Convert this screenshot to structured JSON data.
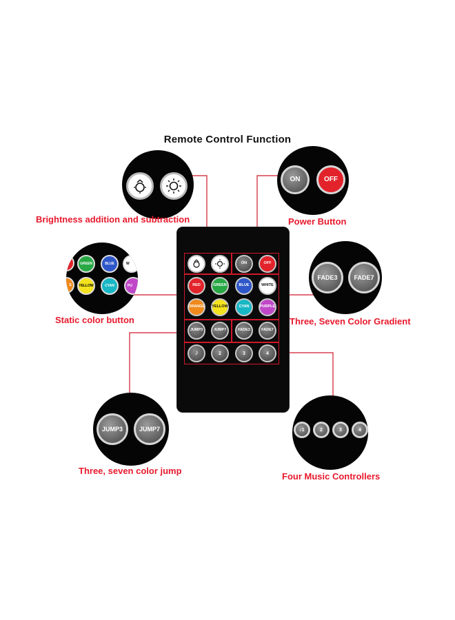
{
  "title": "Remote Control Function",
  "captions": {
    "brightness": "Brightness addition and subtraction",
    "power": "Power Button",
    "static": "Static color button",
    "gradient": "Three, Seven Color Gradient",
    "jump": "Three, seven color jump",
    "music": "Four Music Controllers"
  },
  "remote": {
    "row1": [
      "",
      "",
      "ON",
      "OFF"
    ],
    "row2": [
      "RED",
      "GREEN",
      "BLUE",
      "WHITE"
    ],
    "row3": [
      "ORANGE",
      "YELLOW",
      "CYAN",
      "PURPLE"
    ],
    "row4": [
      "JUMP3",
      "JUMP7",
      "FADE3",
      "FADE7"
    ],
    "row5": [
      "♪",
      "2",
      "3",
      "4"
    ]
  },
  "zoom": {
    "power": [
      "ON",
      "OFF"
    ],
    "static_top": [
      "GREEN",
      "BLUE"
    ],
    "static_bottom": [
      "YELLOW",
      "CYAN"
    ],
    "static_top_partial": [
      "W",
      "D"
    ],
    "static_bottom_partial": [
      "E",
      "PU"
    ],
    "fade": [
      "FADE3",
      "FADE7"
    ],
    "jump": [
      "JUMP3",
      "JUMP7"
    ],
    "music": [
      "♪1",
      "2",
      "3",
      "4"
    ]
  },
  "colors": {
    "accent_red": "#e8192c",
    "red": "#e3232b",
    "green": "#27a844",
    "blue": "#2f57c9",
    "white": "#ffffff",
    "orange": "#f08a1c",
    "yellow": "#f4e21e",
    "cyan": "#18b7c5",
    "purple": "#c048c8"
  }
}
